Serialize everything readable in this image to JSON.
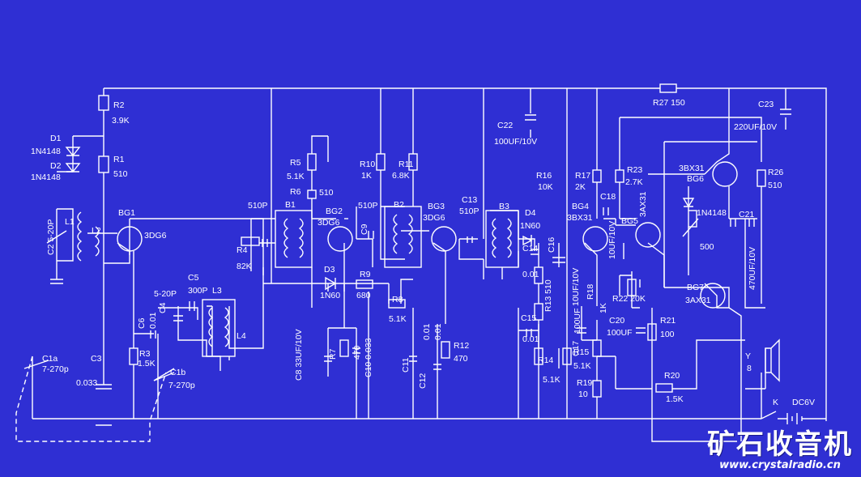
{
  "colors": {
    "background": "#2f2fd3",
    "line": "#ffffff"
  },
  "watermark": {
    "title": "矿石收音机",
    "url": "www.crystalradio.cn"
  },
  "labels": [
    {
      "id": "D1",
      "text": "D1"
    },
    {
      "id": "D1v",
      "text": "1N4148"
    },
    {
      "id": "D2",
      "text": "D2"
    },
    {
      "id": "D2v",
      "text": "1N4148"
    },
    {
      "id": "R2",
      "text": "R2"
    },
    {
      "id": "R2v",
      "text": "3.9K"
    },
    {
      "id": "R1",
      "text": "R1"
    },
    {
      "id": "R1v",
      "text": "510"
    },
    {
      "id": "C2",
      "text": "C2 5-20P"
    },
    {
      "id": "L1",
      "text": "L1"
    },
    {
      "id": "L2",
      "text": "L2"
    },
    {
      "id": "BG1",
      "text": "BG1"
    },
    {
      "id": "BG1v",
      "text": "3DG6"
    },
    {
      "id": "C5",
      "text": "C5"
    },
    {
      "id": "C5v",
      "text": "300P"
    },
    {
      "id": "C4v",
      "text": "5-20P"
    },
    {
      "id": "L3",
      "text": "L3"
    },
    {
      "id": "C4",
      "text": "C4"
    },
    {
      "id": "L4",
      "text": "L4"
    },
    {
      "id": "C6",
      "text": "C6"
    },
    {
      "id": "C6v",
      "text": "0.01"
    },
    {
      "id": "R3",
      "text": "R3"
    },
    {
      "id": "R3v",
      "text": "1.5K"
    },
    {
      "id": "C1a",
      "text": "C1a"
    },
    {
      "id": "C1av",
      "text": "7-270p"
    },
    {
      "id": "C1b",
      "text": "C1b"
    },
    {
      "id": "C1bv",
      "text": "7-270p"
    },
    {
      "id": "C3",
      "text": "C3"
    },
    {
      "id": "C3v",
      "text": "0.033"
    },
    {
      "id": "R5",
      "text": "R5"
    },
    {
      "id": "R5v",
      "text": "5.1K"
    },
    {
      "id": "R6",
      "text": "R6"
    },
    {
      "id": "R6v",
      "text": "510"
    },
    {
      "id": "B1c",
      "text": "510P"
    },
    {
      "id": "B1",
      "text": "B1"
    },
    {
      "id": "R4",
      "text": "R4"
    },
    {
      "id": "R4v",
      "text": "82K"
    },
    {
      "id": "BG2",
      "text": "BG2"
    },
    {
      "id": "BG2v",
      "text": "3DG6"
    },
    {
      "id": "D3",
      "text": "D3"
    },
    {
      "id": "D3v",
      "text": "1N60"
    },
    {
      "id": "R9",
      "text": "R9"
    },
    {
      "id": "R9v",
      "text": "680"
    },
    {
      "id": "R10",
      "text": "R10"
    },
    {
      "id": "R10v",
      "text": "1K"
    },
    {
      "id": "C9",
      "text": "C9"
    },
    {
      "id": "C9v",
      "text": "510P"
    },
    {
      "id": "B2",
      "text": "B2"
    },
    {
      "id": "R11",
      "text": "R11"
    },
    {
      "id": "R11v",
      "text": "6.8K"
    },
    {
      "id": "BG3",
      "text": "BG3"
    },
    {
      "id": "BG3v",
      "text": "3DG6"
    },
    {
      "id": "C13",
      "text": "C13"
    },
    {
      "id": "C13v",
      "text": "510P"
    },
    {
      "id": "B3",
      "text": "B3"
    },
    {
      "id": "D4",
      "text": "D4"
    },
    {
      "id": "D4v",
      "text": "1N60"
    },
    {
      "id": "C14",
      "text": "C14"
    },
    {
      "id": "C14v",
      "text": "0.01"
    },
    {
      "id": "R8",
      "text": "R8"
    },
    {
      "id": "R8v",
      "text": "5.1K"
    },
    {
      "id": "C8",
      "text": "C8 33UF/10V"
    },
    {
      "id": "R7",
      "text": "R7"
    },
    {
      "id": "R7v",
      "text": "470"
    },
    {
      "id": "C10",
      "text": "C10 0.033"
    },
    {
      "id": "C11",
      "text": "C11"
    },
    {
      "id": "C11v",
      "text": "0.01"
    },
    {
      "id": "C12",
      "text": "C12"
    },
    {
      "id": "C12v",
      "text": "0.01"
    },
    {
      "id": "R12",
      "text": "R12"
    },
    {
      "id": "R12v",
      "text": "470"
    },
    {
      "id": "C22",
      "text": "C22"
    },
    {
      "id": "C22v",
      "text": "100UF/10V"
    },
    {
      "id": "R27",
      "text": "R27  150"
    },
    {
      "id": "C23",
      "text": "C23"
    },
    {
      "id": "C23v",
      "text": "220UF/10V"
    },
    {
      "id": "R16",
      "text": "R16"
    },
    {
      "id": "R16v",
      "text": "10K"
    },
    {
      "id": "R17",
      "text": "R17"
    },
    {
      "id": "R17v",
      "text": "2K"
    },
    {
      "id": "R23",
      "text": "R23"
    },
    {
      "id": "R23v",
      "text": "2.7K"
    },
    {
      "id": "C18",
      "text": "C18"
    },
    {
      "id": "BG4",
      "text": "BG4"
    },
    {
      "id": "BG4v",
      "text": "3BX31"
    },
    {
      "id": "BG5",
      "text": "BG5"
    },
    {
      "id": "BG5v",
      "text": "3AX31"
    },
    {
      "id": "BG6",
      "text": "BG6"
    },
    {
      "id": "BG6v",
      "text": "3BX31"
    },
    {
      "id": "R26",
      "text": "R26"
    },
    {
      "id": "R26v",
      "text": "510"
    },
    {
      "id": "C21",
      "text": "C21"
    },
    {
      "id": "D1N4148",
      "text": "1N4148"
    },
    {
      "id": "P500",
      "text": "500"
    },
    {
      "id": "C21v",
      "text": "470UF/10V"
    },
    {
      "id": "BG7",
      "text": "BG7"
    },
    {
      "id": "BG7v",
      "text": "3AX31"
    },
    {
      "id": "R22",
      "text": "R22  20K"
    },
    {
      "id": "C16",
      "text": "C16"
    },
    {
      "id": "C16v",
      "text": "10UF/10V"
    },
    {
      "id": "C19v",
      "text": "10UF/10V"
    },
    {
      "id": "R13",
      "text": "R13 510"
    },
    {
      "id": "R18",
      "text": "R18"
    },
    {
      "id": "R18v",
      "text": "1K"
    },
    {
      "id": "C17",
      "text": "C17"
    },
    {
      "id": "C17v",
      "text": "100UF"
    },
    {
      "id": "C20",
      "text": "C20"
    },
    {
      "id": "C20v",
      "text": "100UF"
    },
    {
      "id": "R21",
      "text": "R21"
    },
    {
      "id": "R21v",
      "text": "100"
    },
    {
      "id": "C15",
      "text": "C15"
    },
    {
      "id": "C15v",
      "text": "0.01"
    },
    {
      "id": "R14",
      "text": "R14"
    },
    {
      "id": "R14v",
      "text": "5.1K"
    },
    {
      "id": "R15",
      "text": "R15"
    },
    {
      "id": "R15v",
      "text": "5.1K"
    },
    {
      "id": "R19",
      "text": "R19"
    },
    {
      "id": "R19v",
      "text": "10"
    },
    {
      "id": "R20",
      "text": "R20"
    },
    {
      "id": "R20v",
      "text": "1.5K"
    },
    {
      "id": "Y",
      "text": "Y"
    },
    {
      "id": "Yv",
      "text": "8"
    },
    {
      "id": "K",
      "text": "K"
    },
    {
      "id": "DC",
      "text": "DC6V"
    }
  ]
}
